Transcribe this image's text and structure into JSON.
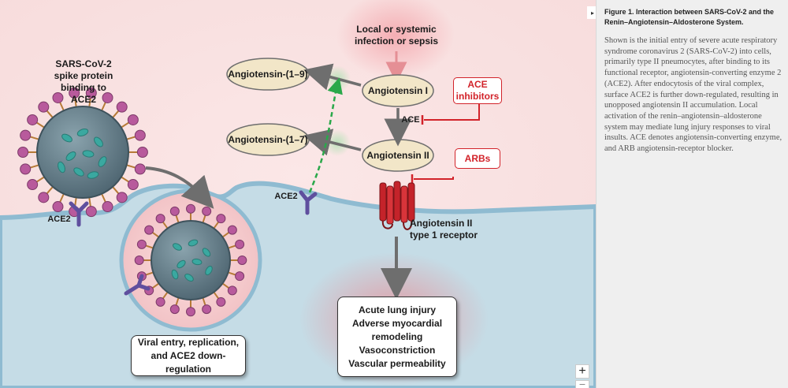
{
  "figure": {
    "labels": {
      "virus": "SARS-CoV-2\nspike protein\nbinding to ACE2",
      "ace2_left": "ACE2",
      "ace2_right": "ACE2",
      "infection": "Local or systemic\ninfection or sepsis",
      "ang_1_9": "Angiotensin-(1–9)",
      "ang_1_7": "Angiotensin-(1–7)",
      "ang_i": "Angiotensin I",
      "ang_ii": "Angiotensin II",
      "ace": "ACE",
      "ace_inhibitors": "ACE\ninhibitors",
      "arbs": "ARBs",
      "receptor": "Angiotensin II\ntype 1 receptor",
      "viral_entry": "Viral entry, replication,\nand ACE2 down-regulation",
      "effects": "Acute lung injury\nAdverse myocardial\nremodeling\nVasoconstriction\nVascular permeability"
    },
    "colors": {
      "membrane_fill": "#c5dce6",
      "membrane_edge": "#8fbbd1",
      "spike": "#b85a9c",
      "ace2": "#5f4f9e",
      "inhibitor_red": "#d2232a",
      "green_dash": "#2aa84a",
      "receptor_red": "#c4232a",
      "glow_pink": "#f4bcc0"
    }
  },
  "panel": {
    "toggle_icon": "triangle-right-icon",
    "title": "Figure 1. Interaction between SARS-CoV-2 and the Renin–Angiotensin–Aldosterone System.",
    "body": "Shown is the initial entry of severe acute respiratory syndrome coronavirus 2 (SARS-CoV-2) into cells, primarily type II pneumocytes, after binding to its functional receptor, angiotensin-converting enzyme 2 (ACE2). After endocytosis of the viral complex, surface ACE2 is further down-regulated, resulting in unopposed angiotensin II accumulation. Local activation of the renin–angiotensin–aldosterone system may mediate lung injury responses to viral insults. ACE denotes angiotensin-converting enzyme, and ARB angiotensin-receptor blocker."
  },
  "zoom": {
    "in_label": "+",
    "out_label": "−"
  }
}
